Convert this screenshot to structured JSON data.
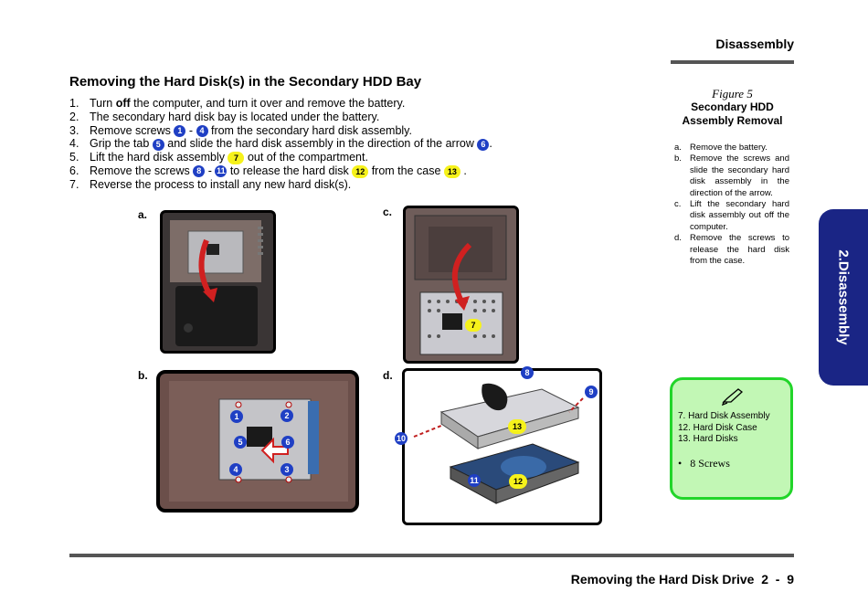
{
  "header": {
    "title": "Disassembly"
  },
  "section": {
    "title": "Removing the Hard Disk(s) in the Secondary HDD Bay"
  },
  "steps": [
    {
      "n": "1.",
      "pre": "Turn ",
      "bold": "off",
      "post": " the computer, and turn it over and remove the battery."
    },
    {
      "n": "2.",
      "text": "The secondary hard disk bay is located under the battery."
    },
    {
      "n": "3.",
      "a": "Remove screws ",
      "b1": "1",
      "b": " - ",
      "b2": "4",
      "c": " from the secondary hard disk assembly."
    },
    {
      "n": "4.",
      "a": "Grip the tab ",
      "b1": "5",
      "b": " and slide the hard disk assembly in the direction of the arrow ",
      "b2": "6",
      "c": "."
    },
    {
      "n": "5.",
      "a": "Lift the hard disk assembly ",
      "y1": "7",
      "c": " out of the compartment."
    },
    {
      "n": "6.",
      "a": "Remove the screws ",
      "b1": "8",
      "b": " - ",
      "b2": "11",
      "c": " to release the hard disk ",
      "y1": "12",
      "d": "  from the case ",
      "y2": "13",
      "e": " ."
    },
    {
      "n": "7.",
      "text": "Reverse the process to install any new hard disk(s)."
    }
  ],
  "figure": {
    "number": "Figure 5",
    "title": "Secondary HDD Assembly Removal",
    "labels": {
      "a": "a.",
      "b": "b.",
      "c": "c.",
      "d": "d."
    },
    "substeps": [
      {
        "l": "a.",
        "t": "Remove the battery."
      },
      {
        "l": "b.",
        "t": "Remove the screws and slide the secondary hard disk assembly in the direction of the arrow."
      },
      {
        "l": "c.",
        "t": "Lift the secondary hard disk assembly out off the computer."
      },
      {
        "l": "d.",
        "t": "Remove the screws to release the hard disk from the case."
      }
    ],
    "callouts_b": [
      "1",
      "2",
      "5",
      "6",
      "4",
      "3"
    ],
    "callout_c": "7",
    "callouts_d_blue": [
      "8",
      "9",
      "10",
      "11"
    ],
    "callouts_d_yellow": [
      "13",
      "12"
    ]
  },
  "side_tab": {
    "label": "2.Disassembly"
  },
  "note": {
    "items": [
      "7.   Hard Disk Assembly",
      "12. Hard Disk Case",
      "13. Hard Disks"
    ],
    "bullet": "8 Screws"
  },
  "footer": {
    "text": "Removing the Hard Disk Drive  2  -  9"
  },
  "colors": {
    "callout_blue": "#1f3fc4",
    "callout_yellow": "#f6f21b",
    "tab": "#1a2585",
    "note_fill": "#c2f7b5",
    "note_border": "#22d52a"
  }
}
